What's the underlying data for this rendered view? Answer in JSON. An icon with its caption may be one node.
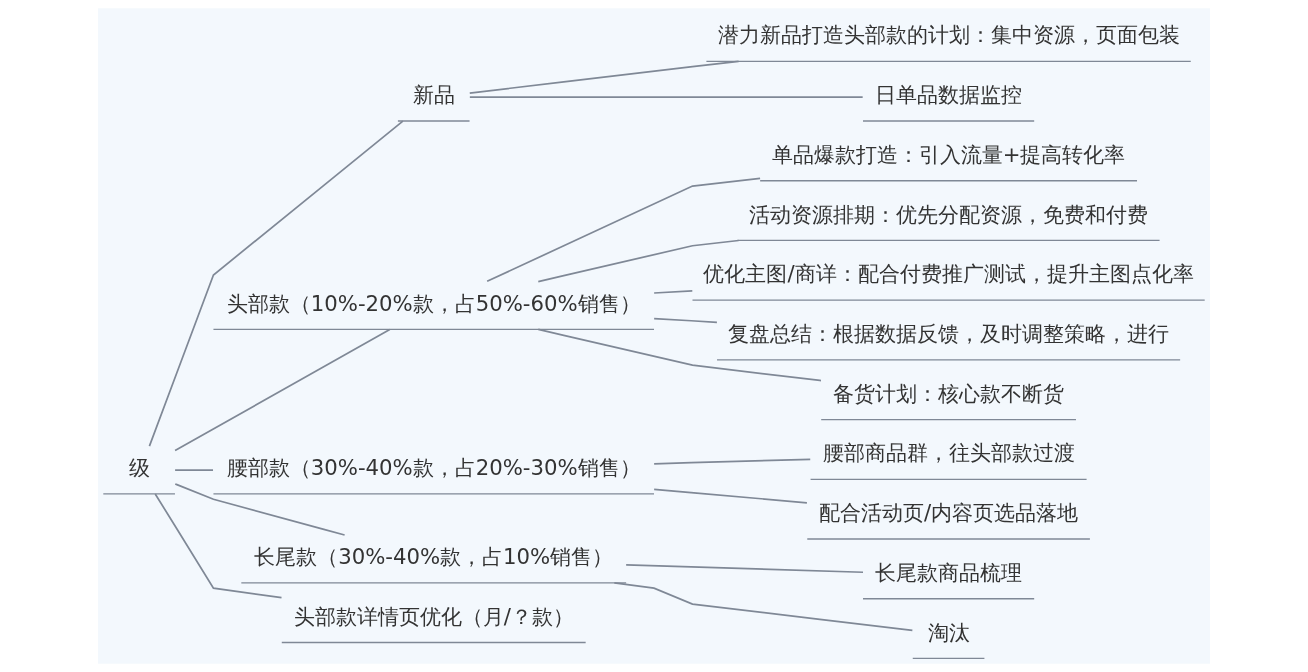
{
  "diagram": {
    "nodes": [
      {
        "text": [
          "级"
        ]
      },
      {
        "text": [
          "新品"
        ]
      },
      {
        "text": [
          "潜力新品打造头部款的计划：集中资源，页面包装"
        ]
      },
      {
        "text": [
          "日单品数据监控"
        ]
      },
      {
        "text": [
          "头部款（10%-20%款，占50%-60%销售）"
        ]
      },
      {
        "text": [
          "单品爆款打造：引入流量+提高转化率"
        ]
      },
      {
        "text": [
          "活动资源排期：优先分配资源，免费和付费"
        ]
      },
      {
        "text": [
          "优化主图/商详：配合付费推广测试，提升主图点化率"
        ]
      },
      {
        "text": [
          "复盘总结：根据数据反馈，及时调整策略，进行"
        ]
      },
      {
        "text": [
          "备货计划：核心款不断货"
        ]
      },
      {
        "text": [
          "腰部款（30%-40%款，占20%-30%销售）"
        ]
      },
      {
        "text": [
          "腰部商品群，往头部款过渡"
        ]
      },
      {
        "text": [
          "配合活动页/内容页选品落地"
        ]
      },
      {
        "text": [
          "长尾款（30%-40%款，占10%销售）"
        ]
      },
      {
        "text": [
          "长尾款商品梳理"
        ]
      },
      {
        "text": [
          "淘汰"
        ]
      },
      {
        "text": [
          "头部款详情页优化（月/？款）"
        ]
      }
    ],
    "edges": [
      {
        "from": 0,
        "to": 1,
        "arrow": "none"
      },
      {
        "from": 1,
        "to": 2,
        "arrow": "none"
      },
      {
        "from": 1,
        "to": 3,
        "arrow": "none"
      },
      {
        "from": 0,
        "to": 4,
        "arrow": "none"
      },
      {
        "from": 4,
        "to": 5,
        "arrow": "none"
      },
      {
        "from": 4,
        "to": 6,
        "arrow": "none"
      },
      {
        "from": 4,
        "to": 7,
        "arrow": "none"
      },
      {
        "from": 4,
        "to": 8,
        "arrow": "none"
      },
      {
        "from": 4,
        "to": 9,
        "arrow": "none"
      },
      {
        "from": 0,
        "to": 10,
        "arrow": "none"
      },
      {
        "from": 10,
        "to": 11,
        "arrow": "none"
      },
      {
        "from": 10,
        "to": 12,
        "arrow": "none"
      },
      {
        "from": 0,
        "to": 13,
        "arrow": "none"
      },
      {
        "from": 13,
        "to": 14,
        "arrow": "none"
      },
      {
        "from": 13,
        "to": 15,
        "arrow": "none"
      },
      {
        "from": 0,
        "to": 16,
        "arrow": "none"
      }
    ]
  }
}
